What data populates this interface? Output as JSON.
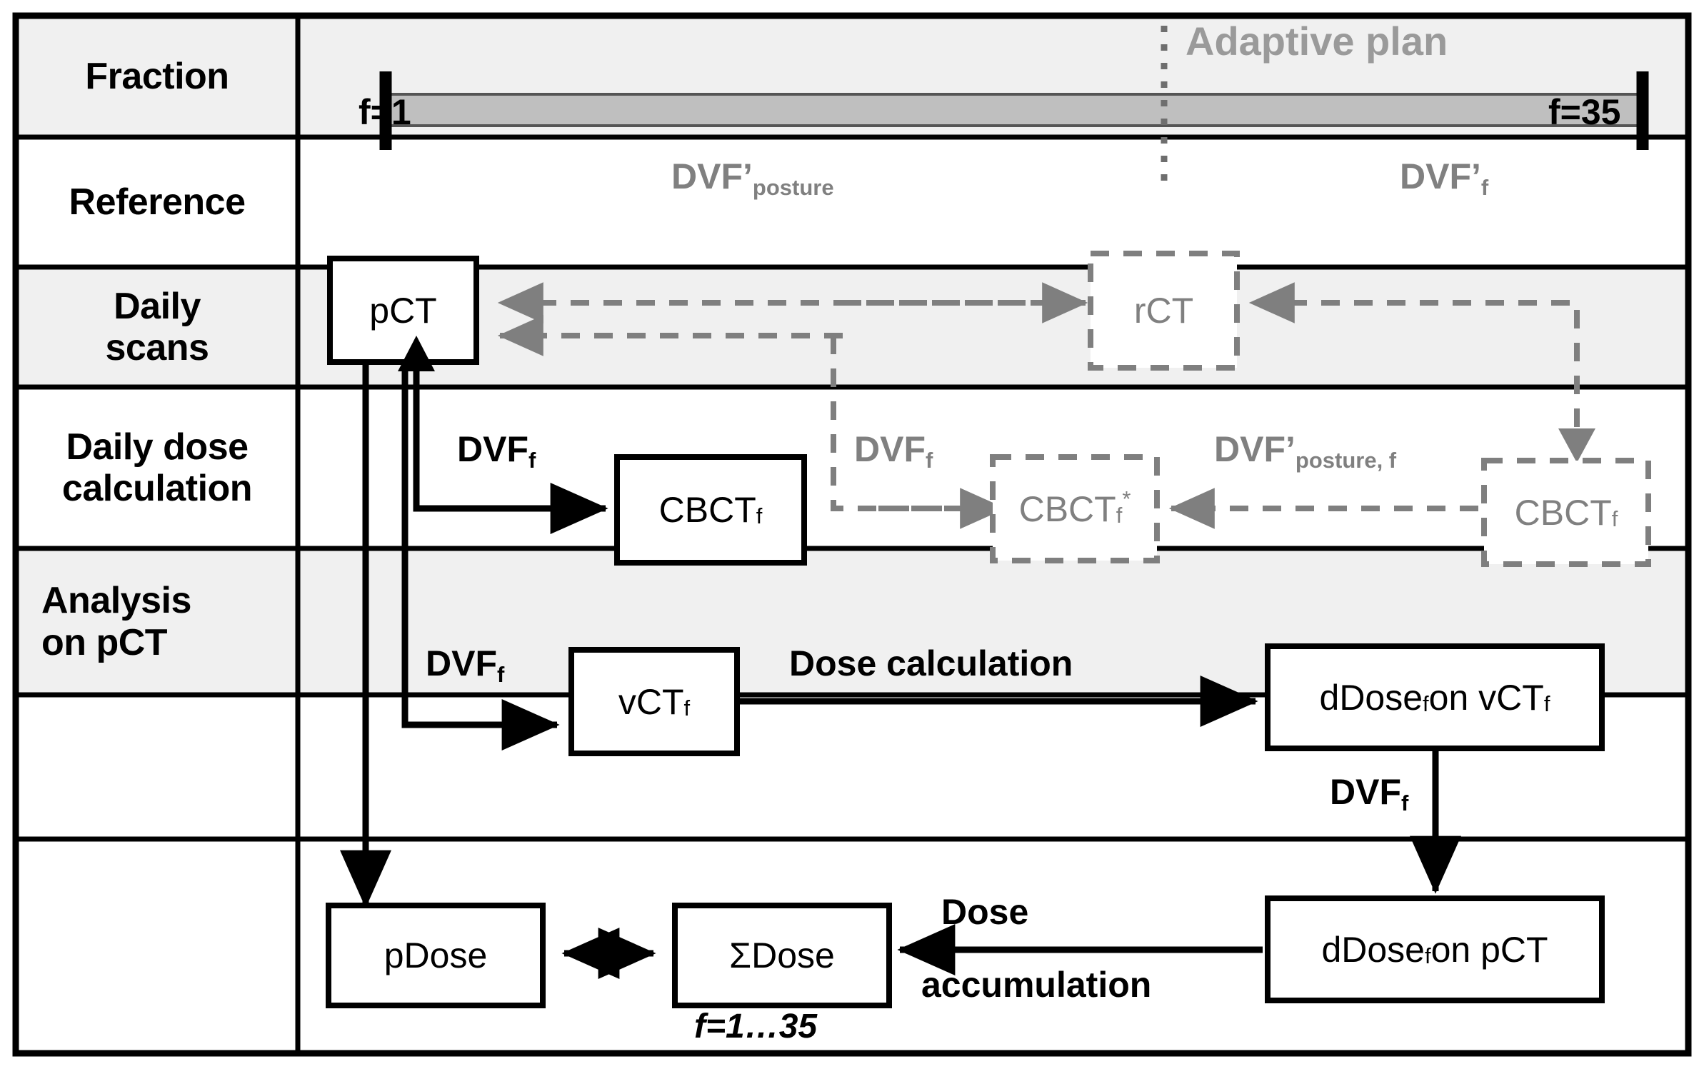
{
  "figure": {
    "title_rows": [
      "Fraction",
      "Reference",
      "Daily scans",
      "Daily dose calculation",
      "Analysis on pCT"
    ],
    "colors": {
      "ink": "#000000",
      "ghost": "#808080",
      "row_shade": "#F0F0F0",
      "row_plain": "#FFFFFF",
      "timeline_bar": "#BFBFBF"
    }
  },
  "rows": [
    {
      "key": "fraction",
      "label": "Fraction"
    },
    {
      "key": "reference",
      "label": "Reference"
    },
    {
      "key": "daily_scans",
      "label_line1": "Daily",
      "label_line2": "scans"
    },
    {
      "key": "daily_dose",
      "label_line1": "Daily dose",
      "label_line2": "calculation"
    },
    {
      "key": "analysis",
      "label_line1": "Analysis",
      "label_line2": "on pCT"
    }
  ],
  "fraction_row": {
    "start_tick": "f=1",
    "end_tick": "f=35",
    "adaptive_plan_label": "Adaptive plan"
  },
  "nodes": {
    "pct": {
      "label": "pCT",
      "style": "solid"
    },
    "rct": {
      "label": "rCT",
      "style": "dashed-ghost"
    },
    "cbct_f": {
      "label_main": "CBCT",
      "label_sub": "f",
      "style": "solid"
    },
    "cbct_f_star": {
      "label_main": "CBCT",
      "label_sub": "f",
      "label_sup": "*",
      "style": "dashed-ghost"
    },
    "cbct_f_ghost": {
      "label_main": "CBCT",
      "label_sub": "f",
      "style": "dashed-ghost"
    },
    "vct_f": {
      "label_main": "vCT",
      "label_sub": "f",
      "style": "solid"
    },
    "ddose_vct": {
      "label_main": "dDose",
      "label_sub": "f",
      "label_tail": " on vCT",
      "label_tail_sub": "f",
      "style": "solid"
    },
    "ddose_pct": {
      "label_main": "dDose",
      "label_sub": "f",
      "label_tail": " on pCT",
      "style": "solid"
    },
    "pdose": {
      "label": "pDose",
      "style": "solid"
    },
    "sumdose": {
      "label": "ΣDose",
      "style": "solid",
      "range": "f=1…35"
    }
  },
  "edges": {
    "dvf_prime_posture": {
      "main": "DVF’",
      "sub": "posture",
      "style": "ghost"
    },
    "dvf_prime_f": {
      "main": "DVF’",
      "sub": "f",
      "style": "ghost"
    },
    "dvf_f_daily_scans_solid": {
      "main": "DVF",
      "sub": "f",
      "style": "solid"
    },
    "dvf_f_ghost": {
      "main": "DVF",
      "sub": "f",
      "style": "ghost"
    },
    "dvf_prime_posture_f": {
      "main": "DVF’",
      "sub": "posture, f",
      "style": "ghost"
    },
    "dvf_f_daily_dose": {
      "main": "DVF",
      "sub": "f",
      "style": "solid"
    },
    "dose_calculation": {
      "main": "Dose calculation",
      "style": "solid"
    },
    "dvf_f_to_pct": {
      "main": "DVF",
      "sub": "f",
      "style": "solid"
    },
    "dose_accumulation_line1": {
      "main": "Dose",
      "style": "solid"
    },
    "dose_accumulation_line2": {
      "main": "accumulation",
      "style": "solid"
    }
  }
}
